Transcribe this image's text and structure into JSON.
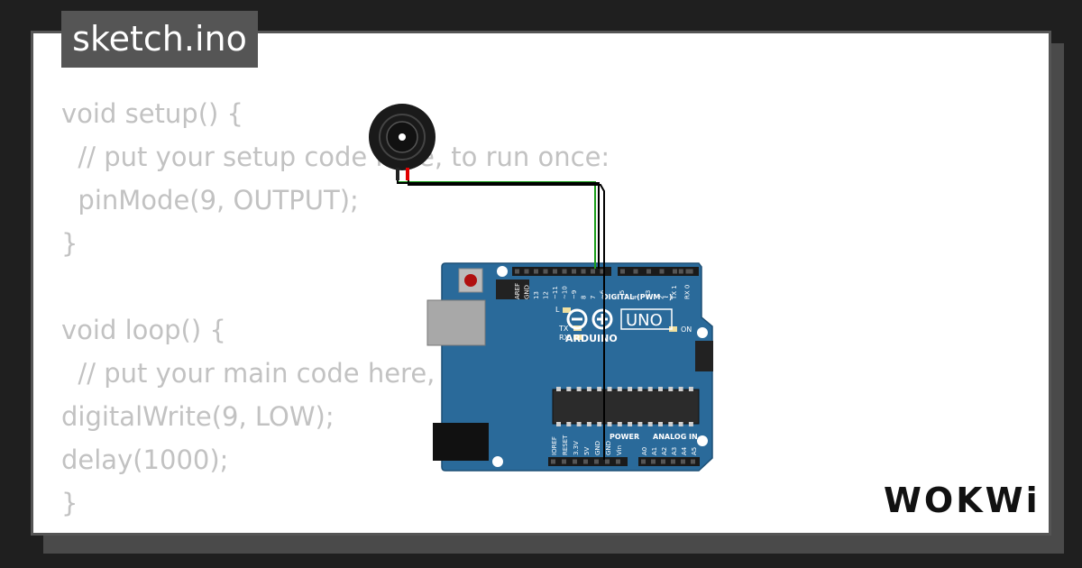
{
  "tab": {
    "filename": "sketch.ino"
  },
  "code": {
    "lines": [
      "void setup() {",
      "  // put your setup code here, to run once:",
      "  pinMode(9, OUTPUT);",
      "}",
      "",
      "void loop() {",
      "  // put your main code here, to run repeatedly:",
      "digitalWrite(9, LOW);",
      "delay(1000);",
      "}"
    ]
  },
  "board": {
    "model": "UNO",
    "brand": "ARDUINO",
    "digital_label": "DIGITAL (PWM ~)",
    "power_label": "POWER",
    "analog_label": "ANALOG IN",
    "led_l": "L",
    "led_tx": "TX",
    "led_rx": "RX",
    "led_on": "ON",
    "top_pins": [
      "AREF",
      "GND",
      "13",
      "12",
      "~11",
      "~10",
      "~9",
      "8",
      "7",
      "~6",
      "~5",
      "4",
      "~3",
      "2",
      "TX 1",
      "RX 0"
    ],
    "power_pins": [
      "IOREF",
      "RESET",
      "3.3V",
      "5V",
      "GND",
      "GND",
      "Vin"
    ],
    "analog_pins": [
      "A0",
      "A1",
      "A2",
      "A3",
      "A4",
      "A5"
    ]
  },
  "brand_logo": "WOKWi",
  "colors": {
    "board": "#2a6a9a",
    "wire_black": "#000000",
    "wire_green": "#1aa01a",
    "wire_red": "#e00000",
    "code_text": "#c2c2c2",
    "tab_bg": "#555555"
  },
  "icons": {
    "buzzer": "piezo-buzzer-icon",
    "logo": "arduino-infinity-icon"
  }
}
